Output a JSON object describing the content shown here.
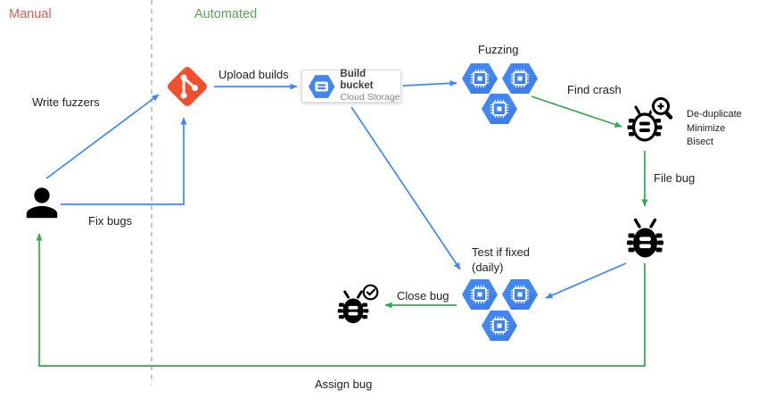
{
  "header": {
    "manual": "Manual",
    "automated": "Automated"
  },
  "labels": {
    "write_fuzzers": "Write fuzzers",
    "fix_bugs": "Fix bugs",
    "upload_builds": "Upload builds",
    "fuzzing": "Fuzzing",
    "find_crash": "Find crash",
    "file_bug": "File bug",
    "test_if_fixed": "Test if fixed",
    "daily": "(daily)",
    "close_bug": "Close bug",
    "assign_bug": "Assign bug",
    "dedup_steps": [
      "De-duplicate",
      "Minimize",
      "Bisect"
    ]
  },
  "build_bucket": {
    "title": "Build bucket",
    "subtitle": "Cloud Storage"
  },
  "colors": {
    "manual_red": "#e06055",
    "automated_green": "#58a65c",
    "arrow_blue": "#4285f4",
    "arrow_green": "#34a853",
    "git_orange": "#f0502e",
    "hexagon_blue": "#4285f4",
    "divider_gray": "#9aa0a6",
    "text_dark": "#202124",
    "muted_gray": "#80868b"
  },
  "icons": {
    "person": "person-icon",
    "git": "git-icon",
    "cloud_storage": "cloud-storage-hexagon-icon",
    "compute_hexagon": "compute-engine-hexagon-icon",
    "bug_magnifier": "bug-magnifier-icon",
    "bug": "bug-icon",
    "bug_check": "bug-verified-icon"
  }
}
